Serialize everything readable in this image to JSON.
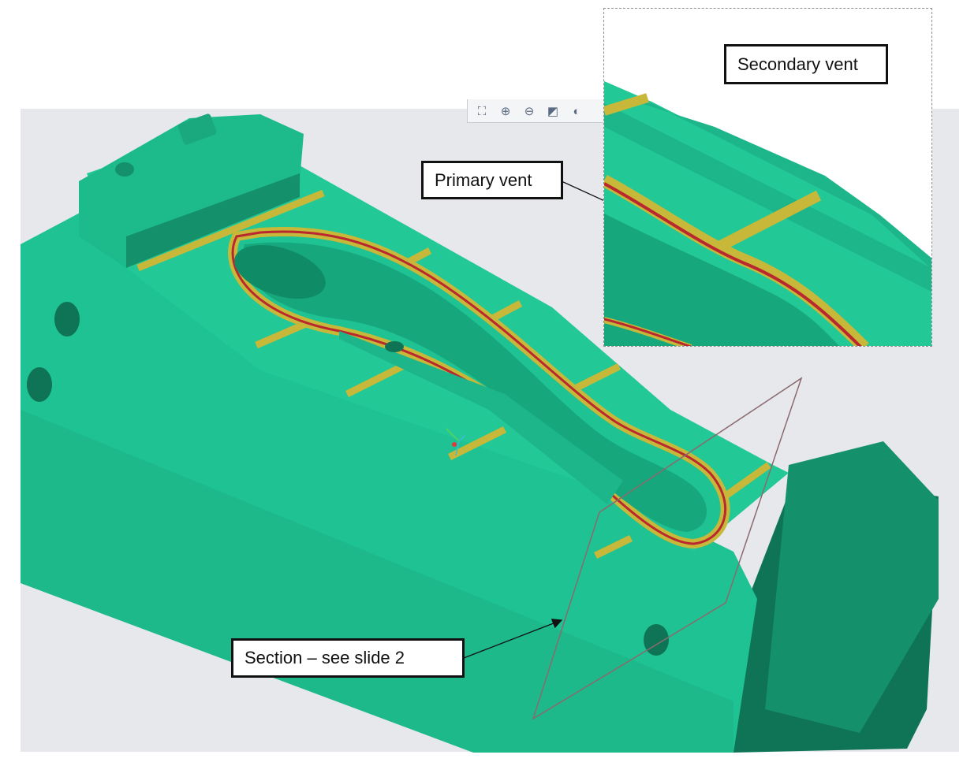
{
  "labels": {
    "secondary_vent": "Secondary vent",
    "primary_vent": "Primary vent",
    "section": "Section – see slide 2"
  },
  "toolbar_icons": [
    "zoom-fit-icon",
    "zoom-in-icon",
    "zoom-out-icon",
    "view-orient-icon",
    "display-style-icon"
  ],
  "colors": {
    "mold_body": "#1fc292",
    "mold_side": "#14906a",
    "mold_shadow": "#0f7456",
    "vent_yellow": "#c8b83a",
    "primary_vent_red": "#b8282e",
    "viewport_bg": "#e7e8ec"
  }
}
